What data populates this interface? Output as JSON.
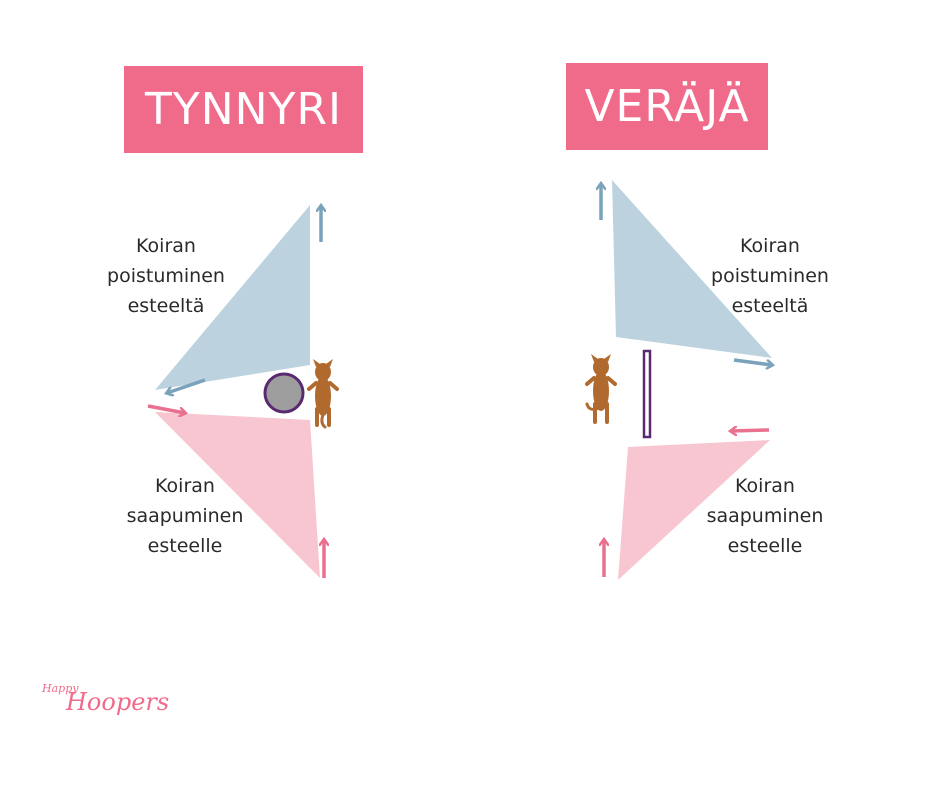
{
  "left_panel": {
    "title": "TYNNYRI",
    "exit_label": [
      "Koiran",
      "poistuminen",
      "esteeltä"
    ],
    "arrival_label": [
      "Koiran",
      "saapuminen",
      "esteelle"
    ]
  },
  "right_panel": {
    "title": "VERÄJÄ",
    "exit_label": [
      "Koiran",
      "poistuminen",
      "esteeltä"
    ],
    "arrival_label": [
      "Koiran",
      "saapuminen",
      "esteelle"
    ]
  },
  "logo": {
    "small": "Happy",
    "big": "Hoopers"
  },
  "colors": {
    "title_bg": "#f06b8a",
    "exit_zone": "#bcd3df",
    "exit_arrow": "#7ba2bb",
    "arrival_zone": "#f8c6d1",
    "arrival_arrow": "#e9708e",
    "barrel_fill": "#9e9e9e",
    "barrel_stroke": "#5a2a70",
    "gate": "#5a2a70",
    "dog": "#b06a2e"
  }
}
